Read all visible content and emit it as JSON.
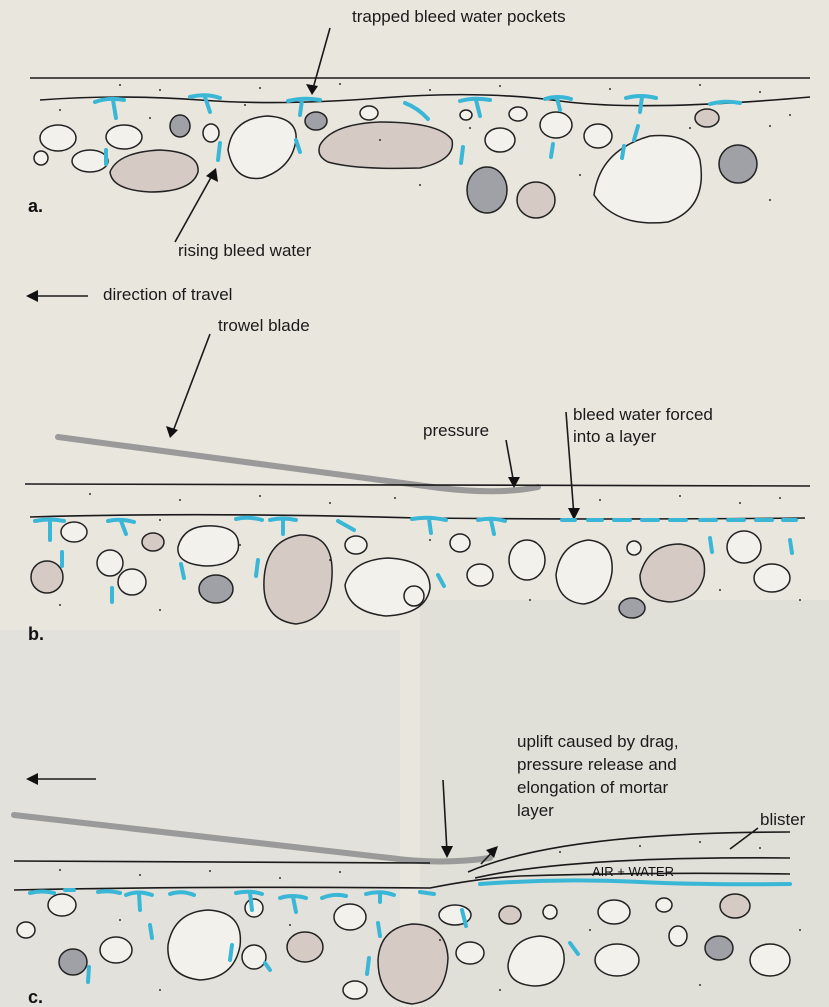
{
  "colors": {
    "background": "#e9e6de",
    "water": "#3ab7d6",
    "rock_light": "#d6cbc4",
    "rock_dark": "#9a9aa0",
    "blade": "#9a9a9a",
    "ink": "#1a1a1a"
  },
  "panels": {
    "a": {
      "letter": "a.",
      "labels": {
        "trapped": "trapped bleed water pockets",
        "rising": "rising bleed water"
      }
    },
    "b": {
      "letter": "b.",
      "labels": {
        "direction": "direction of travel",
        "blade": "trowel blade",
        "pressure": "pressure",
        "forced_line1": "bleed water forced",
        "forced_line2": "into a layer"
      }
    },
    "c": {
      "letter": "c.",
      "labels": {
        "uplift_line1": "uplift caused by drag,",
        "uplift_line2": "pressure release and",
        "uplift_line3": "elongation of mortar",
        "uplift_line4": "layer",
        "blister": "blister",
        "air_water": "AIR + WATER"
      }
    }
  }
}
